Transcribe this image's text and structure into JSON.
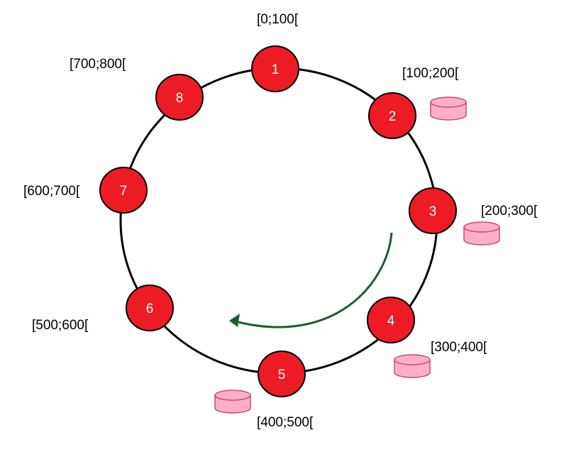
{
  "colors": {
    "ring": "#000000",
    "node_fill": "#ed1c24",
    "node_stroke": "#000000",
    "node_text": "#ffffff",
    "cylinder_fill": "#ffaec9",
    "cylinder_stroke": "#c44d6f",
    "arrow": "#1f5c31"
  },
  "nodes": [
    {
      "id": "1",
      "range": "[0;100["
    },
    {
      "id": "2",
      "range": "[100;200["
    },
    {
      "id": "3",
      "range": "[200;300["
    },
    {
      "id": "4",
      "range": "[300;400["
    },
    {
      "id": "5",
      "range": "[400;500["
    },
    {
      "id": "6",
      "range": "[500;600["
    },
    {
      "id": "7",
      "range": "[600;700["
    },
    {
      "id": "8",
      "range": "[700;800["
    }
  ],
  "stores": [
    {
      "node": "2",
      "icon": "cylinder-icon"
    },
    {
      "node": "3",
      "icon": "cylinder-icon"
    },
    {
      "node": "4",
      "icon": "cylinder-icon"
    },
    {
      "node": "5",
      "icon": "cylinder-icon"
    }
  ],
  "arrow": {
    "icon": "curved-arrow-icon",
    "direction": "counterclockwise"
  }
}
